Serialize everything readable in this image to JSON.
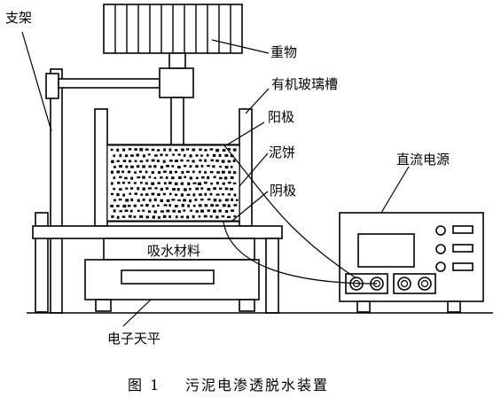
{
  "labels": {
    "stand": "支架",
    "weight": "重物",
    "tank": "有机玻璃槽",
    "anode": "阳极",
    "cake": "泥饼",
    "cathode": "阴极",
    "dc_power": "直流电源",
    "absorbent": "吸水材料",
    "balance": "电子天平"
  },
  "caption": {
    "number": "图 1",
    "title": "污泥电渗透脱水装置"
  }
}
